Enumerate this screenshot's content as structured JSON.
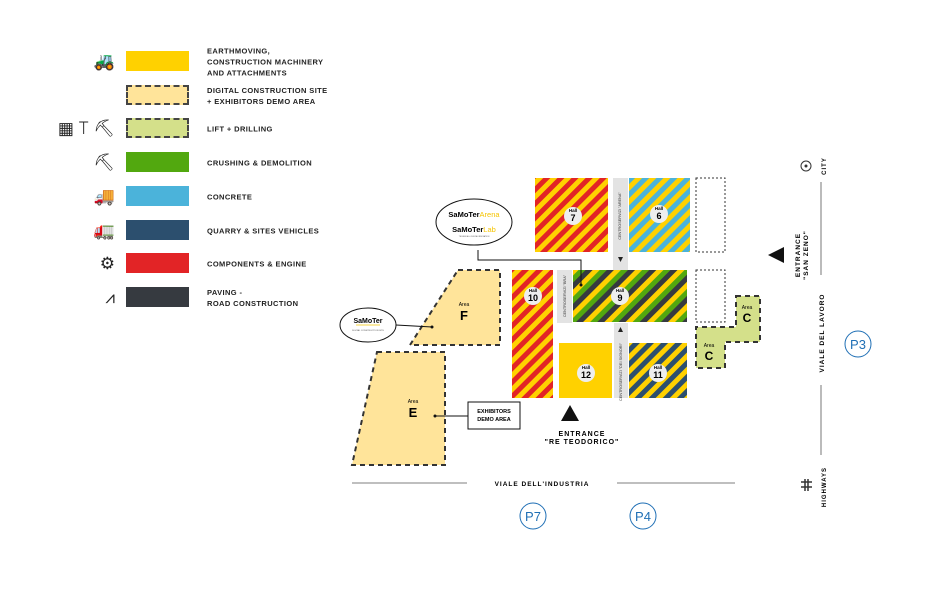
{
  "legend": [
    {
      "icon": "excavator-icon",
      "glyph": "🚜",
      "label": "EARTHMOVING,",
      "label2": "CONSTRUCTION MACHINERY",
      "label3": "AND ATTACHMENTS",
      "color": "#FFD100",
      "dashed": false
    },
    {
      "icon": "",
      "glyph": "",
      "label": "DIGITAL CONSTRUCTION SITE",
      "label2": "+ EXHIBITORS DEMO AREA",
      "label3": "",
      "color": "#FFE49A",
      "dashed": true
    },
    {
      "icon": "lift-crane-drill-icon",
      "glyph": "▦ ⟙ ⛏",
      "label": "LIFT + DRILLING",
      "label2": "",
      "label3": "",
      "color": "#D4E08A",
      "dashed": true
    },
    {
      "icon": "demolition-machine-icon",
      "glyph": "⛏",
      "label": "CRUSHING & DEMOLITION",
      "label2": "",
      "label3": "",
      "color": "#52A80F",
      "dashed": false
    },
    {
      "icon": "concrete-mixer-icon",
      "glyph": "🚚",
      "label": "CONCRETE",
      "label2": "",
      "label3": "",
      "color": "#4BB3DA",
      "dashed": false
    },
    {
      "icon": "dump-truck-icon",
      "glyph": "🚛",
      "label": "QUARRY & SITES VEHICLES",
      "label2": "",
      "label3": "",
      "color": "#2C4F6E",
      "dashed": false
    },
    {
      "icon": "gears-icon",
      "glyph": "⚙",
      "label": "COMPONENTS & ENGINE",
      "label2": "",
      "label3": "",
      "color": "#E22426",
      "dashed": false
    },
    {
      "icon": "road-icon",
      "glyph": "⩘",
      "label": "PAVING -",
      "label2": "ROAD CONSTRUCTION",
      "label3": "",
      "color": "#363A40",
      "dashed": false
    }
  ],
  "halls": {
    "hall_word": "Hall",
    "h7": "7",
    "h6": "6",
    "h10": "10",
    "h9": "9",
    "h12": "12",
    "h11": "11"
  },
  "areas": {
    "area_word": "Area",
    "f": "F",
    "e": "E",
    "c1": "C",
    "c2": "C"
  },
  "service_centers": {
    "arena": "CENTROSERVIZI \"ARENA\"",
    "bra": "CENTROSERVIZI \"BRA\"",
    "signori": "CENTROSERVIZI \"DEI SIGNORI\""
  },
  "callouts": {
    "arena_brand": "SaMoTer",
    "arena_suffix": "Arena",
    "lab_suffix": "Lab",
    "lab_sub": "TECHNICAL & DIGITAL INNOVATION",
    "digital_brand": "SaMoTer",
    "digital_sub": "DIGITAL CONSTRUCTION SITE",
    "exhibitors_line1": "EXHIBITORS",
    "exhibitors_line2": "DEMO AREA"
  },
  "entrances": {
    "re_teodorico_1": "ENTRANCE",
    "re_teodorico_2": "\"RE TEODORICO\"",
    "san_zeno_1": "ENTRANCE",
    "san_zeno_2": "\"SAN ZENO\""
  },
  "roads": {
    "industria": "VIALE DELL'INDUSTRIA",
    "lavoro": "VIALE DEL LAVORO",
    "city": "CITY",
    "highways": "HIGHWAYS"
  },
  "parking": {
    "p7": "P7",
    "p4": "P4",
    "p3": "P3"
  },
  "colors": {
    "yellow": "#FFD100",
    "red": "#E22426",
    "blue": "#4BB3DA",
    "navy": "#2C4F6E",
    "green": "#52A80F",
    "dark": "#363A40",
    "sand": "#FFE49A",
    "lime": "#D4E08A",
    "corridor": "#E3E3E3",
    "parking": "#1F6FB5"
  }
}
